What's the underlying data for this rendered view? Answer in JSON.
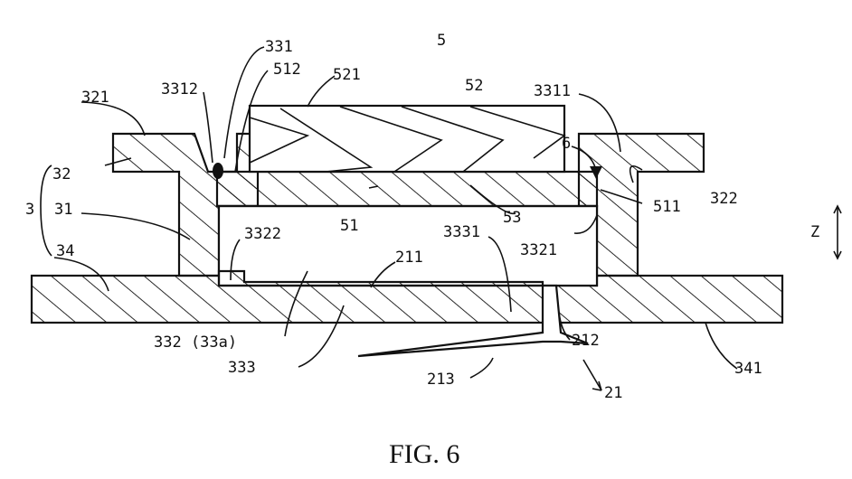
{
  "figure": {
    "caption": "FIG. 6",
    "labels": {
      "n5": "5",
      "n331": "331",
      "n512": "512",
      "n521": "521",
      "n52": "52",
      "n3311": "3311",
      "n321": "321",
      "n3312": "3312",
      "n6": "6",
      "n32": "32",
      "n322": "322",
      "n3": "3",
      "n31": "31",
      "n51": "51",
      "n53": "53",
      "n511": "511",
      "n3331": "3331",
      "n3322": "3322",
      "n34": "34",
      "n211": "211",
      "n3321": "3321",
      "nZ": "Z",
      "n332": "332 (33a)",
      "n212": "212",
      "n333": "333",
      "n341": "341",
      "n213": "213",
      "n21": "21"
    }
  }
}
